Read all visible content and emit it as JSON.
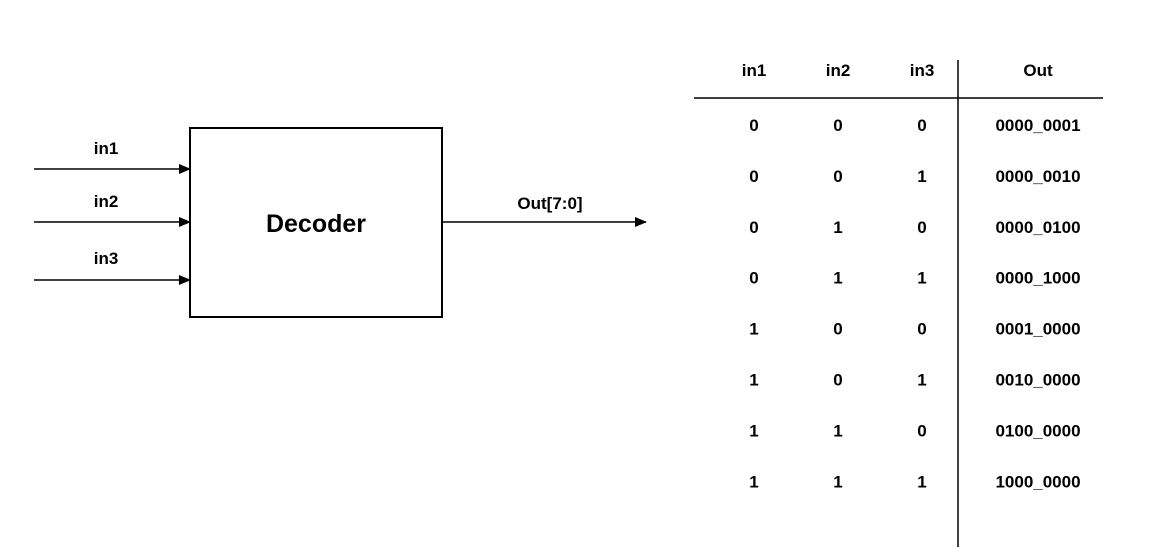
{
  "block": {
    "label": "Decoder",
    "inputs": [
      "in1",
      "in2",
      "in3"
    ],
    "output": "Out[7:0]"
  },
  "truth_table": {
    "headers": [
      "in1",
      "in2",
      "in3",
      "Out"
    ],
    "rows": [
      [
        "0",
        "0",
        "0",
        "0000_0001"
      ],
      [
        "0",
        "0",
        "1",
        "0000_0010"
      ],
      [
        "0",
        "1",
        "0",
        "0000_0100"
      ],
      [
        "0",
        "1",
        "1",
        "0000_1000"
      ],
      [
        "1",
        "0",
        "0",
        "0001_0000"
      ],
      [
        "1",
        "0",
        "1",
        "0010_0000"
      ],
      [
        "1",
        "1",
        "0",
        "0100_0000"
      ],
      [
        "1",
        "1",
        "1",
        "1000_0000"
      ]
    ]
  }
}
